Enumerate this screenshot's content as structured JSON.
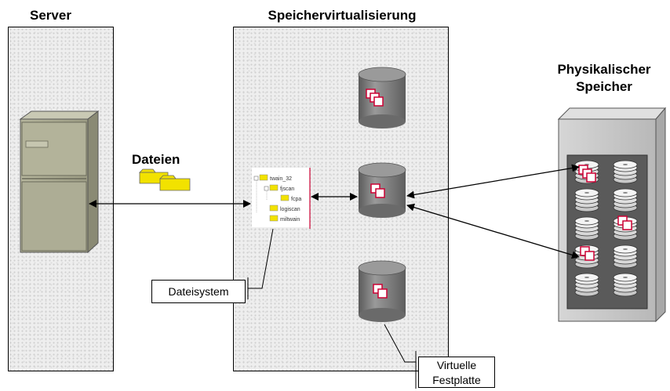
{
  "titles": {
    "server": "Server",
    "virtualization": "Speichervirtualisierung",
    "physical": "Physikalischer Speicher"
  },
  "labels": {
    "files": "Dateien",
    "filesystem": "Dateisystem",
    "virtual_disk": "Virtuelle Festplatte"
  },
  "tree": {
    "root": "twain_32",
    "items": [
      {
        "name": "fjscan",
        "level": 1
      },
      {
        "name": "fcpa",
        "level": 2
      },
      {
        "name": "logiscan",
        "level": 1
      },
      {
        "name": "miltwain",
        "level": 1
      }
    ]
  },
  "colors": {
    "folder": "#f2e200",
    "disk_icon": "#cc0033",
    "cylinder": "#808080",
    "server_body": "#a8a890",
    "cabinet": "#c8c8c8"
  }
}
